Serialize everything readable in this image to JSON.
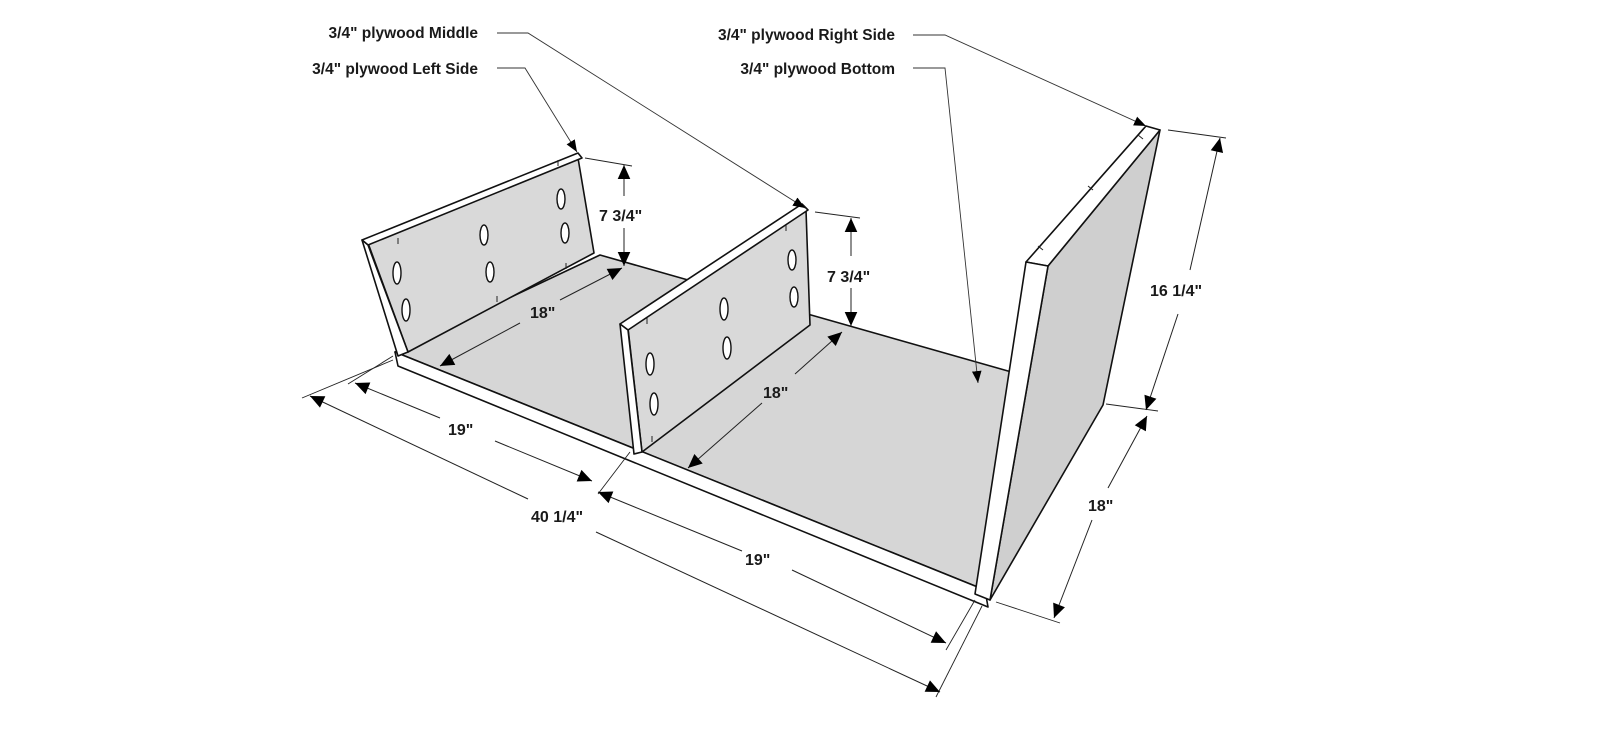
{
  "labels": {
    "middle": "3/4\" plywood Middle",
    "left_side": "3/4\" plywood Left Side",
    "right_side": "3/4\" plywood Right Side",
    "bottom": "3/4\" plywood Bottom"
  },
  "dimensions": {
    "left_height": "7 3/4\"",
    "middle_height": "7 3/4\"",
    "right_height": "16 1/4\"",
    "left_depth": "18\"",
    "right_depth_inner": "18\"",
    "right_depth_outer": "18\"",
    "left_width": "19\"",
    "right_width": "19\"",
    "overall_width": "40 1/4\""
  },
  "colors": {
    "panel_face": "#d9d9d9",
    "edge": "#ffffff",
    "line": "#111111"
  }
}
